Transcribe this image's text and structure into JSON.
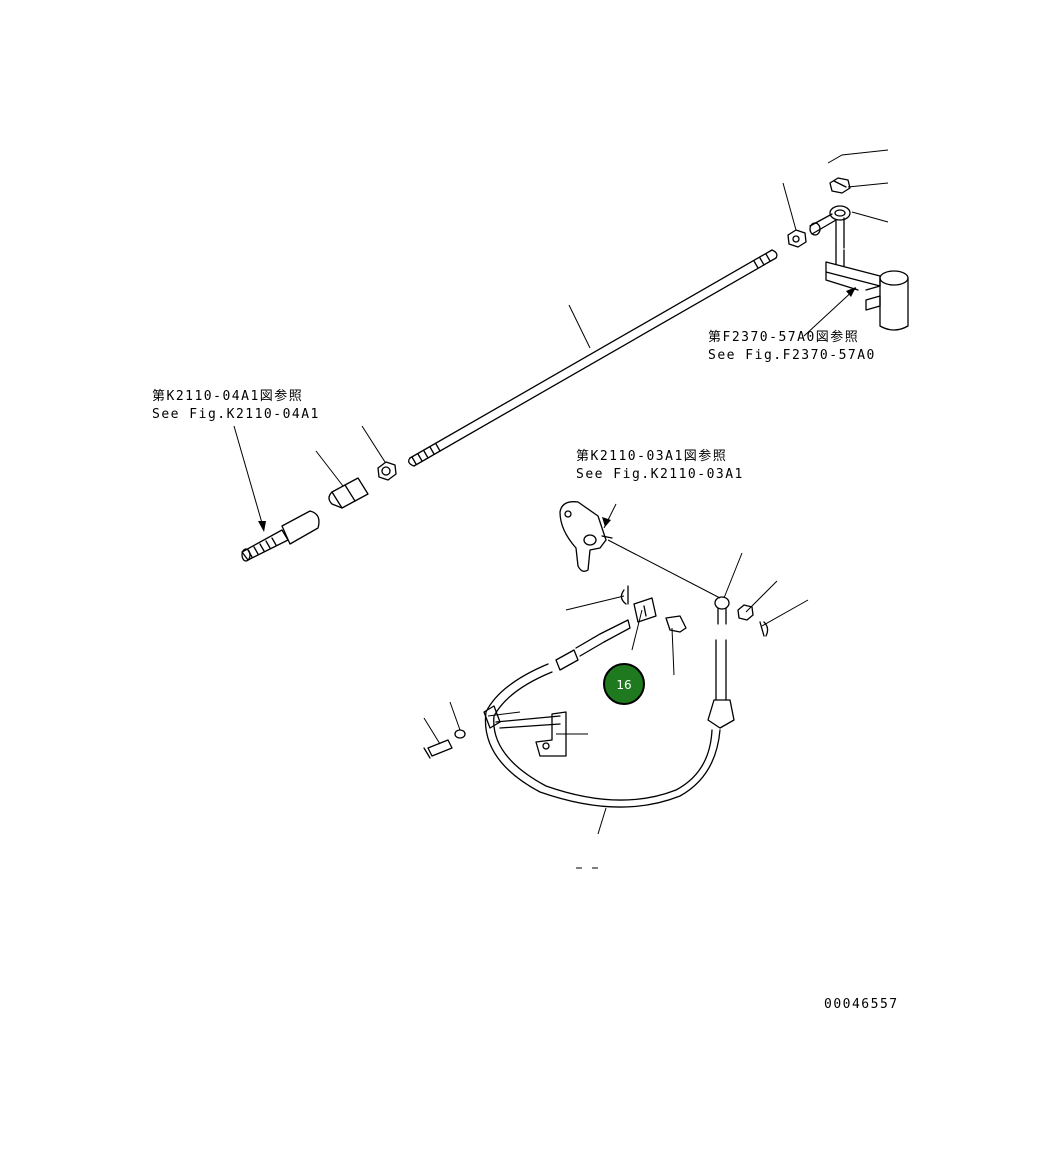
{
  "references": [
    {
      "id": "ref-k2110-04a1",
      "jp": "第K2110-04A1図参照",
      "en": "See Fig.K2110-04A1"
    },
    {
      "id": "ref-f2370-57a0",
      "jp": "第F2370-57A0図参照",
      "en": "See Fig.F2370-57A0"
    },
    {
      "id": "ref-k2110-03a1",
      "jp": "第K2110-03A1図参照",
      "en": "See Fig.K2110-03A1"
    }
  ],
  "callout": {
    "number": "16",
    "color": "#1f7a1f",
    "ring_color": "#000000"
  },
  "drawing_number": "00046557"
}
